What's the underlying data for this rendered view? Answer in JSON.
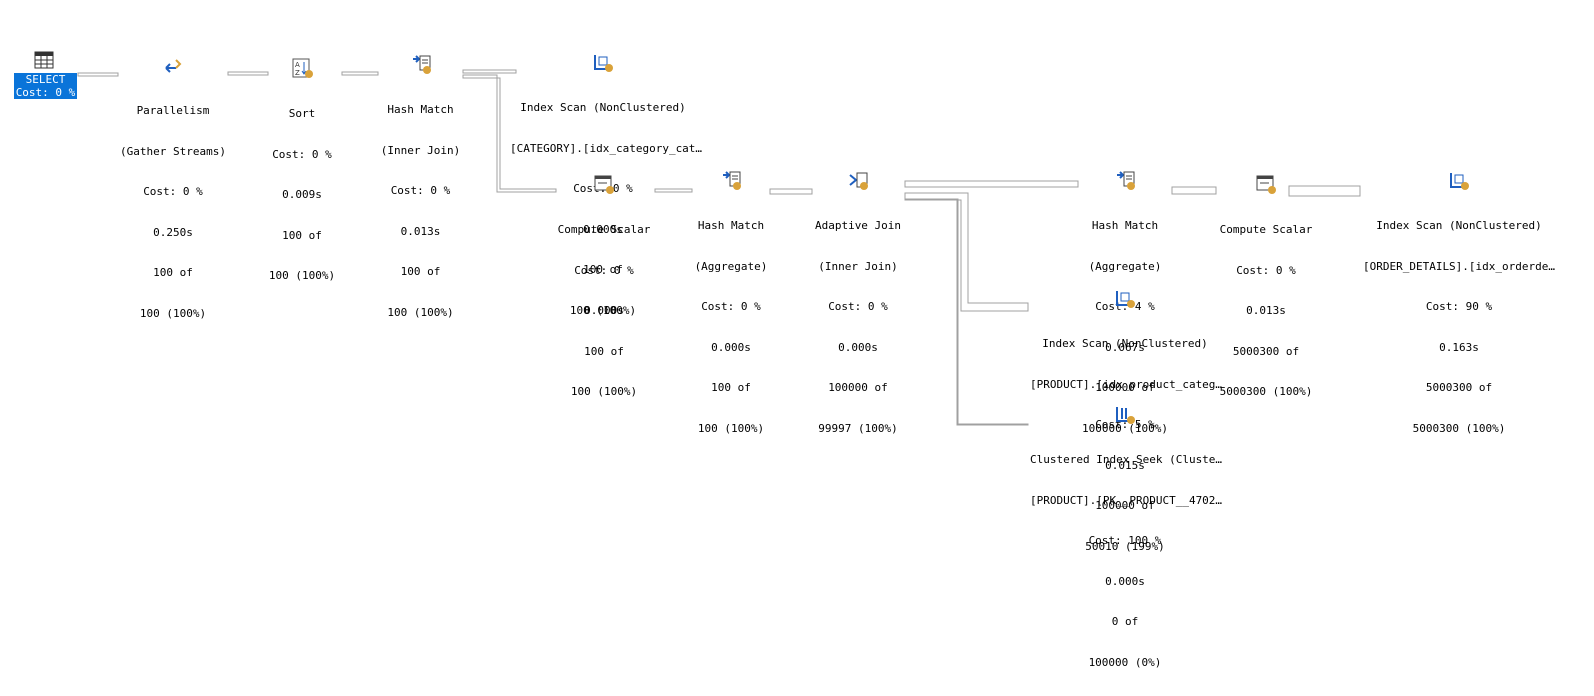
{
  "select": {
    "label": "SELECT",
    "cost": "Cost: 0 %"
  },
  "nodes": {
    "parallelism": {
      "lines": [
        "Parallelism",
        "(Gather Streams)",
        "Cost: 0 %",
        "0.250s",
        "100 of",
        "100 (100%)"
      ]
    },
    "sort": {
      "lines": [
        "Sort",
        "Cost: 0 %",
        "0.009s",
        "100 of",
        "100 (100%)"
      ]
    },
    "hash_inner": {
      "lines": [
        "Hash Match",
        "(Inner Join)",
        "Cost: 0 %",
        "0.013s",
        "100 of",
        "100 (100%)"
      ]
    },
    "index_category": {
      "lines": [
        "Index Scan (NonClustered)",
        "[CATEGORY].[idx_category_cat…",
        "Cost: 0 %",
        "0.000s",
        "100 of",
        "100 (100%)"
      ]
    },
    "compute1": {
      "lines": [
        "Compute Scalar",
        "Cost: 0 %",
        "0.000s",
        "100 of",
        "100 (100%)"
      ]
    },
    "hash_agg1": {
      "lines": [
        "Hash Match",
        "(Aggregate)",
        "Cost: 0 %",
        "0.000s",
        "100 of",
        "100 (100%)"
      ]
    },
    "adaptive": {
      "lines": [
        "Adaptive Join",
        "(Inner Join)",
        "Cost: 0 %",
        "0.000s",
        "100000 of",
        "99997 (100%)"
      ]
    },
    "hash_agg2": {
      "lines": [
        "Hash Match",
        "(Aggregate)",
        "Cost: 4 %",
        "0.067s",
        "100000 of",
        "100000 (100%)"
      ]
    },
    "compute2": {
      "lines": [
        "Compute Scalar",
        "Cost: 0 %",
        "0.013s",
        "5000300 of",
        "5000300 (100%)"
      ]
    },
    "index_order": {
      "lines": [
        "Index Scan (NonClustered)",
        "[ORDER_DETAILS].[idx_orderde…",
        "Cost: 90 %",
        "0.163s",
        "5000300 of",
        "5000300 (100%)"
      ]
    },
    "index_product": {
      "lines": [
        "Index Scan (NonClustered)",
        "[PRODUCT].[idx_product_categ…",
        "Cost: 5 %",
        "0.015s",
        "100000 of",
        "50010 (199%)"
      ]
    },
    "clustered_seek": {
      "lines": [
        "Clustered Index Seek (Cluste…",
        "[PRODUCT].[PK__PRODUCT__4702…",
        "Cost: 100 %",
        "0.000s",
        "0 of",
        "100000 (0%)"
      ]
    }
  },
  "icons": {
    "select": "select-table-icon",
    "parallelism": "parallelism-icon",
    "sort": "sort-icon",
    "hash": "hash-match-icon",
    "index_scan": "index-scan-icon",
    "compute": "compute-scalar-icon",
    "adaptive": "adaptive-join-icon",
    "seek": "clustered-index-seek-icon"
  },
  "colors": {
    "select_bg": "#0a74d9",
    "arrow": "#a0a0a0",
    "icon_blue": "#1f5fbf",
    "icon_gold": "#d9a23a"
  }
}
